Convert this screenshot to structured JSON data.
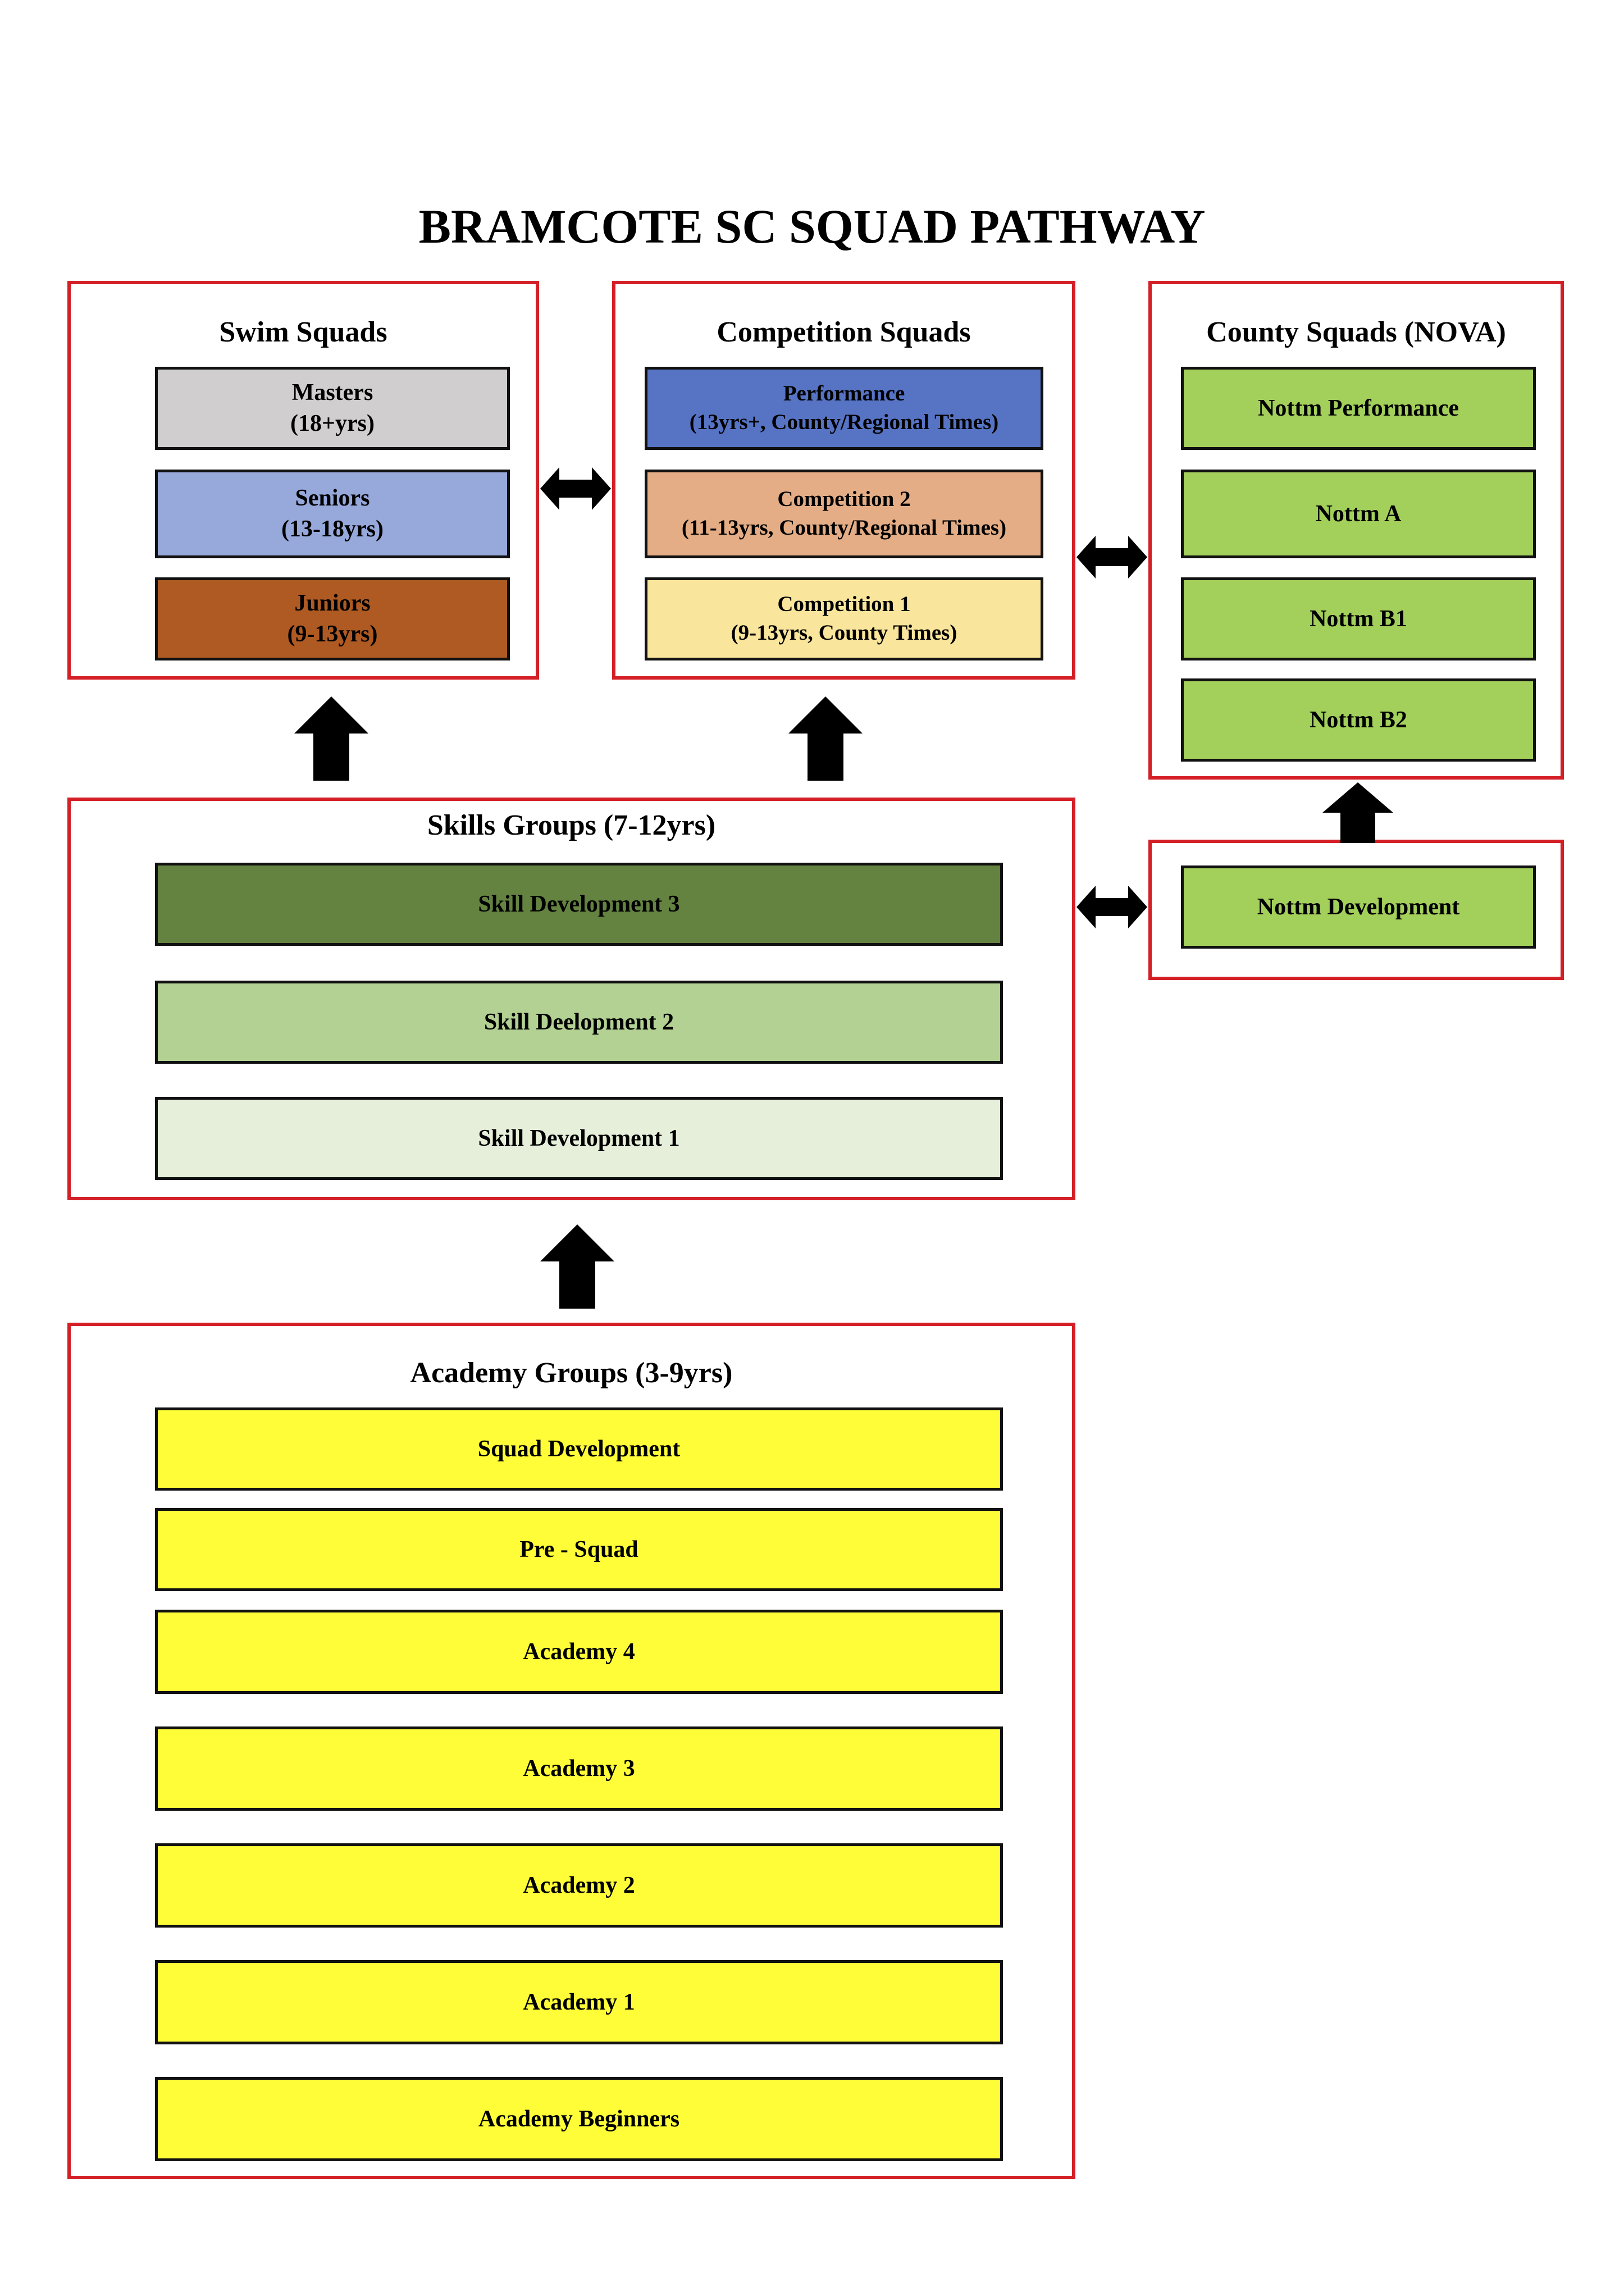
{
  "title": "BRAMCOTE SC SQUAD PATHWAY",
  "colors": {
    "group_border": "#d41f26",
    "masters": "#d0cece",
    "seniors": "#97a8db",
    "juniors": "#ae5a22",
    "performance": "#5673c4",
    "competition2": "#e4ad85",
    "competition1": "#fae59c",
    "county": "#a3cf5b",
    "skill3": "#648240",
    "skill2": "#b2d192",
    "skill1": "#e6efda",
    "academy": "#fffd38"
  },
  "swim_squads": {
    "title": "Swim Squads",
    "masters": {
      "line1": "Masters",
      "line2": "(18+yrs)"
    },
    "seniors": {
      "line1": "Seniors",
      "line2": "(13-18yrs)"
    },
    "juniors": {
      "line1": "Juniors",
      "line2": "(9-13yrs)"
    }
  },
  "competition_squads": {
    "title": "Competition Squads",
    "performance": {
      "line1": "Performance",
      "line2": "(13yrs+, County/Regional Times)"
    },
    "competition2": {
      "line1": "Competition 2",
      "line2": "(11-13yrs, County/Regional Times)"
    },
    "competition1": {
      "line1": "Competition 1",
      "line2": "(9-13yrs, County Times)"
    }
  },
  "county_squads": {
    "title": "County Squads (NOVA)",
    "items": [
      "Nottm Performance",
      "Nottm A",
      "Nottm B1",
      "Nottm B2"
    ]
  },
  "county_development": {
    "label": "Nottm Development"
  },
  "skills_groups": {
    "title": "Skills Groups (7-12yrs)",
    "items": [
      "Skill Development 3",
      "Skill Deelopment 2",
      "Skill Development 1"
    ]
  },
  "academy_groups": {
    "title": "Academy Groups (3-9yrs)",
    "items": [
      "Squad Development",
      "Pre - Squad",
      "Academy 4",
      "Academy 3",
      "Academy 2",
      "Academy 1",
      "Academy Beginners"
    ]
  }
}
